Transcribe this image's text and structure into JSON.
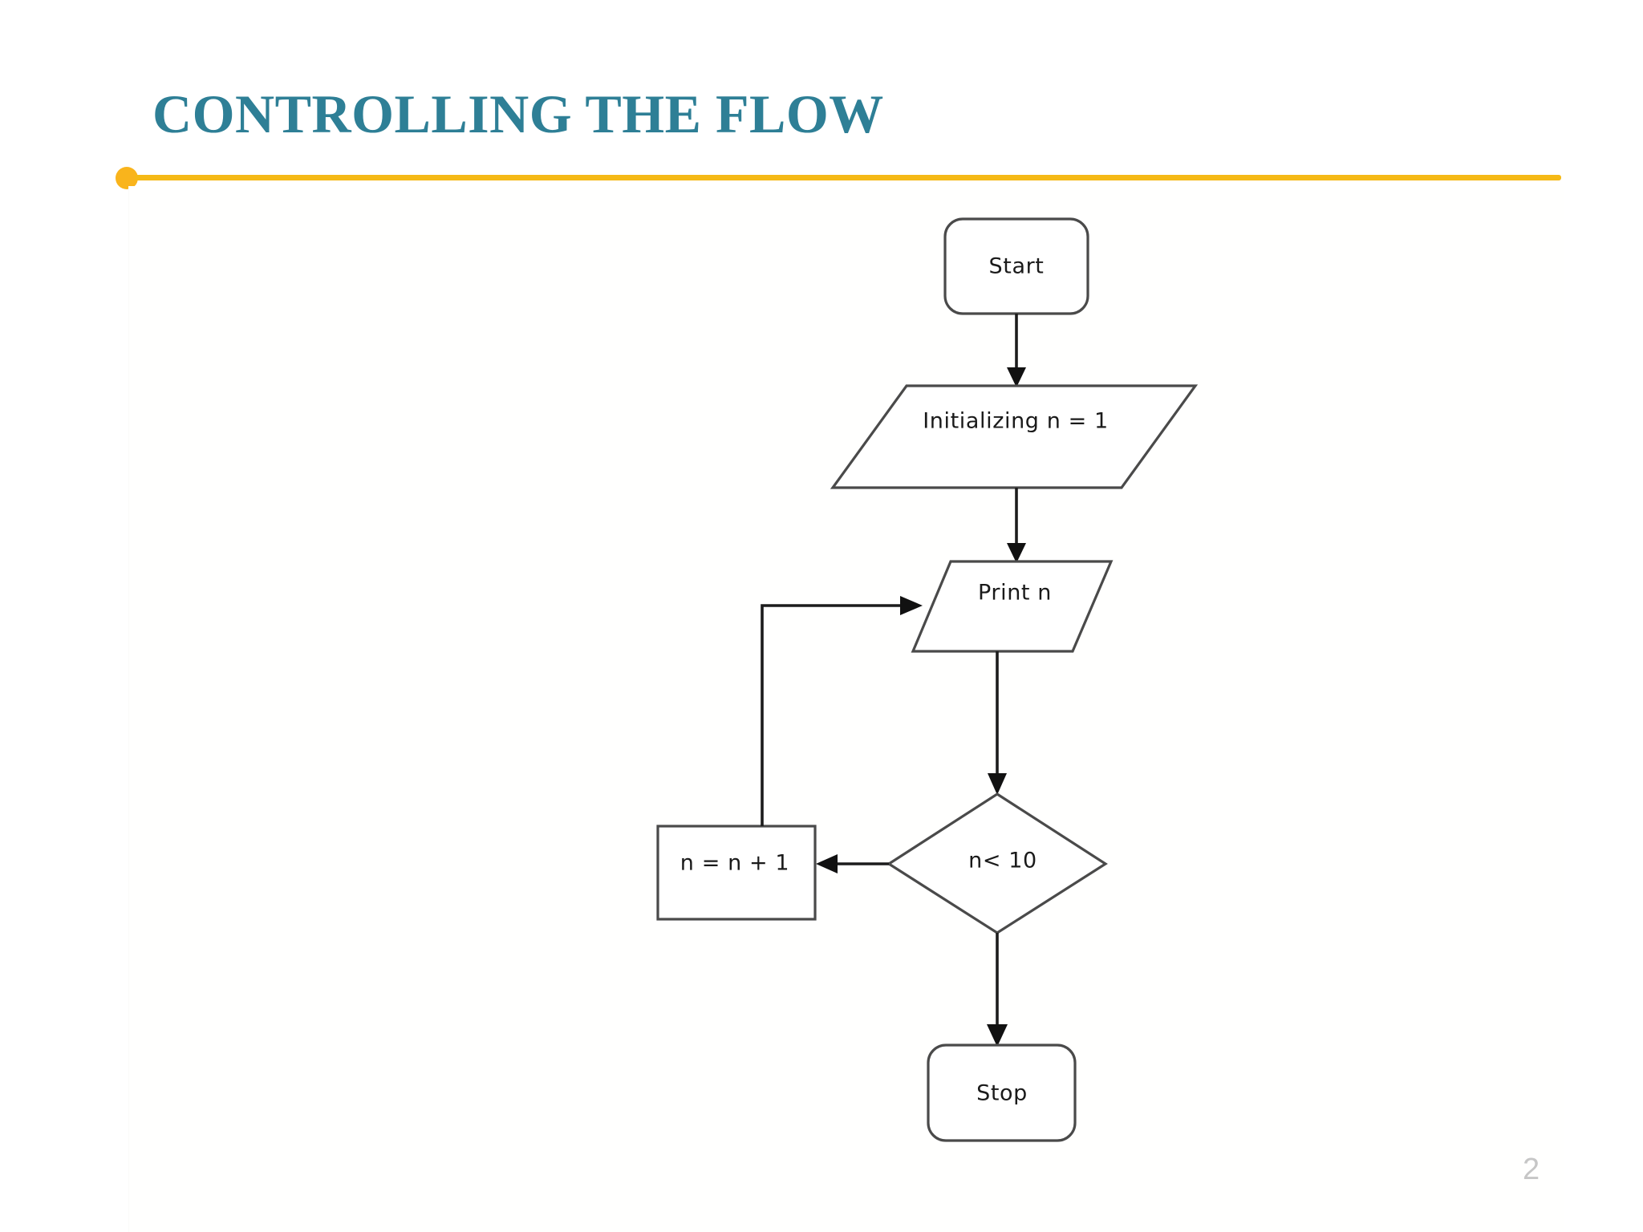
{
  "slide": {
    "title": "CONTROLLING THE FLOW",
    "page_number": "2",
    "accent_color": "#2E7F96",
    "rule_color": "#F5B916",
    "dot_color": "#F9B41C"
  },
  "flowchart": {
    "nodes": [
      {
        "id": "start",
        "shape": "terminator",
        "label": "Start"
      },
      {
        "id": "init",
        "shape": "parallelogram",
        "label": "Initializing n = 1"
      },
      {
        "id": "print",
        "shape": "parallelogram",
        "label": "Print n"
      },
      {
        "id": "decision",
        "shape": "diamond",
        "label": "n< 10"
      },
      {
        "id": "increment",
        "shape": "rectangle",
        "label": "n = n + 1"
      },
      {
        "id": "stop",
        "shape": "terminator",
        "label": "Stop"
      }
    ],
    "edges": [
      {
        "from": "start",
        "to": "init",
        "label": ""
      },
      {
        "from": "init",
        "to": "print",
        "label": ""
      },
      {
        "from": "print",
        "to": "decision",
        "label": ""
      },
      {
        "from": "decision",
        "to": "increment",
        "label": ""
      },
      {
        "from": "increment",
        "to": "print",
        "label": ""
      },
      {
        "from": "decision",
        "to": "stop",
        "label": ""
      }
    ],
    "line_color": "#1c1c1c",
    "shape_stroke": "#4a4a4a",
    "shape_fill": "#ffffff"
  }
}
